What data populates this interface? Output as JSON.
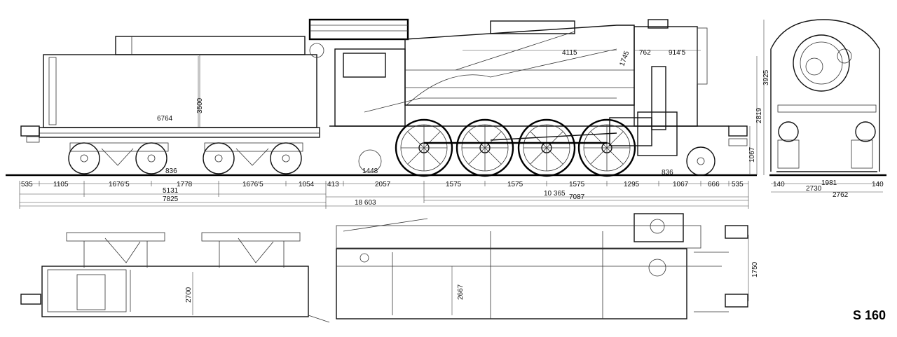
{
  "title": "S 160",
  "dimensions": {
    "tender_length_inner": "6764",
    "tender_height": "3500",
    "cab_boiler_a": "4115",
    "chimney_a": "1745",
    "smokebox_a": "762",
    "smokebox_b": "914'5",
    "boiler_center_height": "2819",
    "height_total": "3925",
    "buffer_height": "1067",
    "tender_wheel_dia": "836",
    "driver_dia": "1448",
    "pony_dia": "836",
    "tender_wb": [
      "535",
      "1105",
      "1676'5",
      "1778",
      "1676'5",
      "1054",
      "413"
    ],
    "loco_wb": [
      "2057",
      "1575",
      "1575",
      "1575",
      "1295",
      "1067",
      "666",
      "535"
    ],
    "tender_bogie_centers": "5131",
    "tender_total": "7825",
    "loco_total_wb": "10 365",
    "loco_rigid": "7087",
    "overall_length": "18 603",
    "front_view": [
      "140",
      "1981",
      "140",
      "2730",
      "2762"
    ],
    "plan_tender_width": "2700",
    "plan_loco_width": "2667",
    "plan_buffer_spacing": "1750"
  }
}
